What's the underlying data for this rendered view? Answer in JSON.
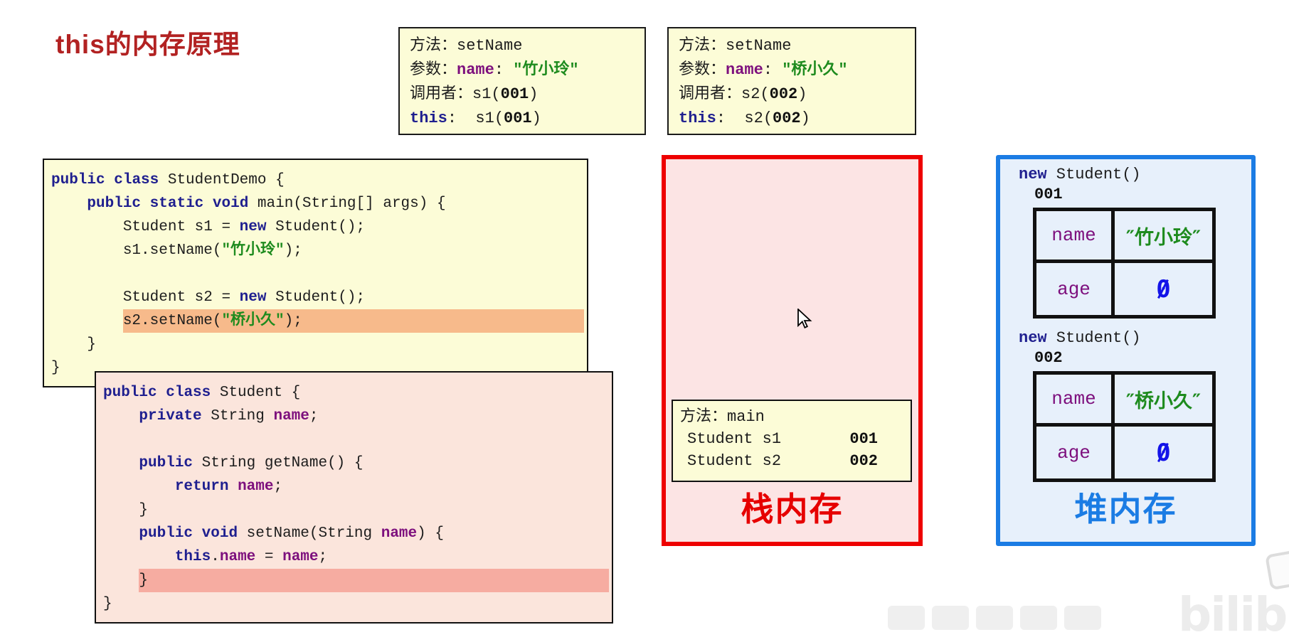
{
  "title": "this的内存原理",
  "call_boxes": [
    {
      "caller": "s1",
      "lines": [
        {
          "ind": "",
          "segs": [
            [
              "p",
              "方法："
            ],
            [
              "p",
              "setName"
            ]
          ]
        },
        {
          "ind": "",
          "segs": [
            [
              "p",
              "参数："
            ],
            [
              "v",
              "name"
            ],
            [
              "p",
              ": "
            ],
            [
              "s",
              "\"竹小玲\""
            ]
          ]
        },
        {
          "ind": "",
          "segs": [
            [
              "p",
              "调用者："
            ],
            [
              "p",
              "s1("
            ],
            [
              "b",
              "001"
            ],
            [
              "p",
              ")"
            ]
          ]
        },
        {
          "ind": "",
          "segs": [
            [
              "k",
              "this"
            ],
            [
              "p",
              ":  s1("
            ],
            [
              "b",
              "001"
            ],
            [
              "p",
              ")"
            ]
          ]
        }
      ]
    },
    {
      "caller": "s2",
      "lines": [
        {
          "ind": "",
          "segs": [
            [
              "p",
              "方法："
            ],
            [
              "p",
              "setName"
            ]
          ]
        },
        {
          "ind": "",
          "segs": [
            [
              "p",
              "参数："
            ],
            [
              "v",
              "name"
            ],
            [
              "p",
              ": "
            ],
            [
              "s",
              "\"桥小久\""
            ]
          ]
        },
        {
          "ind": "",
          "segs": [
            [
              "p",
              "调用者："
            ],
            [
              "p",
              "s2("
            ],
            [
              "b",
              "002"
            ],
            [
              "p",
              ")"
            ]
          ]
        },
        {
          "ind": "",
          "segs": [
            [
              "k",
              "this"
            ],
            [
              "p",
              ":  s2("
            ],
            [
              "b",
              "002"
            ],
            [
              "p",
              ")"
            ]
          ]
        }
      ]
    }
  ],
  "code": {
    "demo": {
      "lines": [
        {
          "ind": "",
          "segs": [
            [
              "k",
              "public"
            ],
            [
              "p",
              " "
            ],
            [
              "k",
              "class"
            ],
            [
              "p",
              " StudentDemo {"
            ]
          ]
        },
        {
          "ind": "    ",
          "segs": [
            [
              "k",
              "public"
            ],
            [
              "p",
              " "
            ],
            [
              "k",
              "static"
            ],
            [
              "p",
              " "
            ],
            [
              "k",
              "void"
            ],
            [
              "p",
              " main(String[] args) {"
            ]
          ]
        },
        {
          "ind": "        ",
          "segs": [
            [
              "p",
              "Student s1 = "
            ],
            [
              "k",
              "new"
            ],
            [
              "p",
              " Student();"
            ]
          ]
        },
        {
          "ind": "        ",
          "segs": [
            [
              "p",
              "s1.setName("
            ],
            [
              "s",
              "\"竹小玲\""
            ],
            [
              "p",
              ");"
            ]
          ]
        },
        {
          "ind": "",
          "segs": []
        },
        {
          "ind": "        ",
          "segs": [
            [
              "p",
              "Student s2 = "
            ],
            [
              "k",
              "new"
            ],
            [
              "p",
              " Student();"
            ]
          ]
        },
        {
          "ind": "        ",
          "bg": "hl-orange",
          "segs": [
            [
              "p",
              "s2.setName("
            ],
            [
              "s",
              "\"桥小久\""
            ],
            [
              "p",
              ");"
            ]
          ]
        },
        {
          "ind": "    ",
          "segs": [
            [
              "p",
              "}"
            ]
          ]
        },
        {
          "ind": "",
          "segs": [
            [
              "p",
              "}"
            ]
          ]
        }
      ]
    },
    "student": {
      "lines": [
        {
          "ind": "",
          "segs": [
            [
              "k",
              "public"
            ],
            [
              "p",
              " "
            ],
            [
              "k",
              "class"
            ],
            [
              "p",
              " Student {"
            ]
          ]
        },
        {
          "ind": "    ",
          "segs": [
            [
              "k",
              "private"
            ],
            [
              "p",
              " String "
            ],
            [
              "v",
              "name"
            ],
            [
              "p",
              ";"
            ]
          ]
        },
        {
          "ind": "",
          "segs": []
        },
        {
          "ind": "    ",
          "segs": [
            [
              "k",
              "public"
            ],
            [
              "p",
              " String getName() {"
            ]
          ]
        },
        {
          "ind": "        ",
          "segs": [
            [
              "k",
              "return"
            ],
            [
              "p",
              " "
            ],
            [
              "v",
              "name"
            ],
            [
              "p",
              ";"
            ]
          ]
        },
        {
          "ind": "    ",
          "segs": [
            [
              "p",
              "}"
            ]
          ]
        },
        {
          "ind": "    ",
          "segs": [
            [
              "k",
              "public"
            ],
            [
              "p",
              " "
            ],
            [
              "k",
              "void"
            ],
            [
              "p",
              " setName(String "
            ],
            [
              "v",
              "name"
            ],
            [
              "p",
              ") {"
            ]
          ]
        },
        {
          "ind": "        ",
          "segs": [
            [
              "k",
              "this"
            ],
            [
              "p",
              "."
            ],
            [
              "v",
              "name"
            ],
            [
              "p",
              " = "
            ],
            [
              "v",
              "name"
            ],
            [
              "p",
              ";"
            ]
          ]
        },
        {
          "ind": "    ",
          "bg": "hl-pink",
          "segs": [
            [
              "p",
              "}"
            ]
          ]
        },
        {
          "ind": "",
          "segs": [
            [
              "p",
              "}"
            ]
          ]
        }
      ]
    }
  },
  "stack": {
    "label": "栈内存",
    "frame": {
      "method_label": "方法：",
      "method": "main",
      "vars": [
        {
          "name": "Student s1",
          "id": "001"
        },
        {
          "name": "Student s2",
          "id": "002"
        }
      ]
    }
  },
  "heap": {
    "label": "堆内存",
    "objects": [
      {
        "new_kw": "new",
        "ctor": " Student()",
        "id": "001",
        "rows": [
          {
            "field": "name",
            "value": "″竹小玲″"
          },
          {
            "field": "age",
            "value": "0"
          }
        ]
      },
      {
        "new_kw": "new",
        "ctor": " Student()",
        "id": "002",
        "rows": [
          {
            "field": "name",
            "value": "″桥小久″"
          },
          {
            "field": "age",
            "value": "0"
          }
        ]
      }
    ]
  },
  "watermark": {
    "brand": "bilibili"
  },
  "colors": {
    "title": "#b22222",
    "keyword_navy": "#1f1f8f",
    "string_green": "#1e8b1e",
    "field_purple": "#7d0f7d",
    "id_bold_black": "#111111",
    "stack_border_red": "#ee0000",
    "stack_label_red": "#e60000",
    "heap_border_blue": "#1b7ce4",
    "heap_label_blue": "#1b7ce4",
    "zero_blue": "#1313e8",
    "highlight_orange": "#f7ba8b",
    "highlight_pink": "#f6aca1",
    "box_yellow": "#fcfcd7",
    "box_pink": "#fbe5dc",
    "stack_bg": "#fce4e4",
    "heap_bg": "#e7f0fb"
  }
}
